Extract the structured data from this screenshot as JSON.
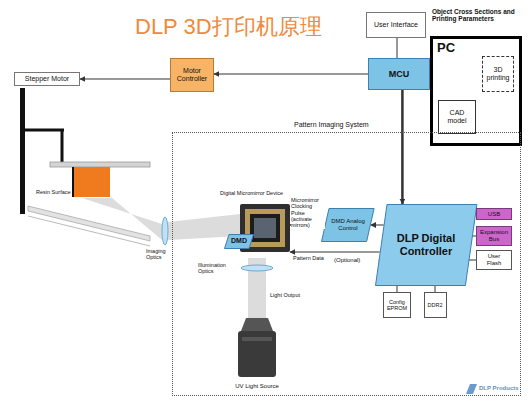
{
  "diagram": {
    "title": "DLP 3D打印机原理",
    "nodes": [
      {
        "text": [
          "User Interface"
        ]
      },
      {
        "text": [
          "PC"
        ]
      },
      {
        "text": [
          "3D printing"
        ],
        "in": 1
      },
      {
        "text": [
          "CAD model"
        ],
        "in": 1
      },
      {
        "text": [
          "Motor Controller"
        ]
      },
      {
        "text": [
          "MCU"
        ]
      },
      {
        "text": [
          "Stepper Motor"
        ]
      },
      {
        "text": [
          "Pattern Imaging System"
        ]
      },
      {
        "text": [
          "Digital Micromirror Device"
        ],
        "in": 7
      },
      {
        "text": [
          "DMD"
        ],
        "in": 8
      },
      {
        "text": [
          "DMD Analog Control"
        ],
        "in": 7
      },
      {
        "text": [
          "DLP Digital Controller"
        ],
        "in": 7
      },
      {
        "text": [
          "USB"
        ],
        "in": 7
      },
      {
        "text": [
          "Expansion Bus"
        ],
        "in": 7
      },
      {
        "text": [
          "User Flash"
        ],
        "in": 7
      },
      {
        "text": [
          "Config EPROM"
        ],
        "in": 7
      },
      {
        "text": [
          "DDR2"
        ],
        "in": 7
      },
      {
        "text": [
          "UV Light Source"
        ],
        "in": 7
      }
    ],
    "edges": [
      {
        "from": 0,
        "to": 5,
        "arrow": "none"
      },
      {
        "from": 3,
        "to": 2,
        "arrow": "to"
      },
      {
        "from": 5,
        "to": 4,
        "arrow": "to"
      },
      {
        "from": 4,
        "to": 6,
        "arrow": "to"
      },
      {
        "from": 5,
        "to": 11,
        "arrow": "to"
      },
      {
        "from": 11,
        "to": 10,
        "arrow": "to"
      },
      {
        "from": 10,
        "to": 8,
        "arrow": "to",
        "label": "Micromirror Clocking Pulse (activate mirrors)"
      },
      {
        "from": 11,
        "to": 8,
        "arrow": "to",
        "label": "Pattern Data"
      },
      {
        "from": 11,
        "to": 12,
        "arrow": "none"
      },
      {
        "from": 11,
        "to": 13,
        "arrow": "none"
      },
      {
        "from": 11,
        "to": 14,
        "arrow": "none"
      },
      {
        "from": 11,
        "to": 15,
        "arrow": "none"
      },
      {
        "from": 11,
        "to": 16,
        "arrow": "none"
      }
    ],
    "labels": [
      "Object Cross Sections and Printing Parameters",
      "(Optional)",
      "Illumination Optics",
      "Light Output",
      "Imaging Optics",
      "Resin Surface",
      "DLP Products"
    ]
  }
}
